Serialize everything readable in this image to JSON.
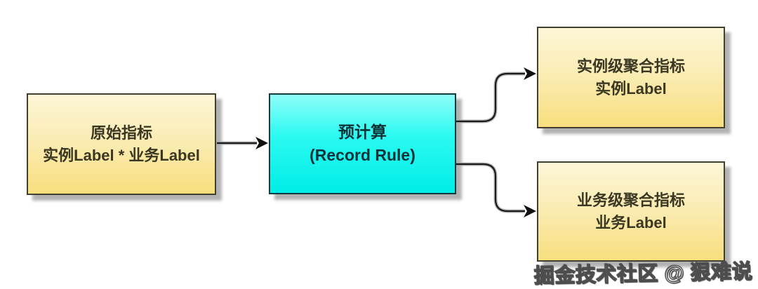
{
  "diagram": {
    "nodes": [
      {
        "id": "source-metric",
        "lines": [
          "原始指标",
          "实例Label * 业务Label"
        ]
      },
      {
        "id": "precompute",
        "lines": [
          "预计算",
          "(Record Rule)"
        ]
      },
      {
        "id": "instance-aggregate",
        "lines": [
          "实例级聚合指标",
          "实例Label"
        ]
      },
      {
        "id": "business-aggregate",
        "lines": [
          "业务级聚合指标",
          "业务Label"
        ]
      }
    ],
    "edges": [
      {
        "from": "source-metric",
        "to": "precompute"
      },
      {
        "from": "precompute",
        "to": "instance-aggregate"
      },
      {
        "from": "precompute",
        "to": "business-aggregate"
      }
    ]
  },
  "watermark": {
    "text": "掘金技术社区 @ 狠难说"
  },
  "colors": {
    "background": "#ffffff",
    "node_yellow_top": "#FDF6D7",
    "node_yellow_bottom": "#F8DE7D",
    "node_yellow_text": "#3a3723",
    "node_cyan_top": "#8FFDF9",
    "node_cyan_bottom": "#00EDE7",
    "node_cyan_text": "#0d3338",
    "edge_stroke": "#1b1b1b"
  }
}
